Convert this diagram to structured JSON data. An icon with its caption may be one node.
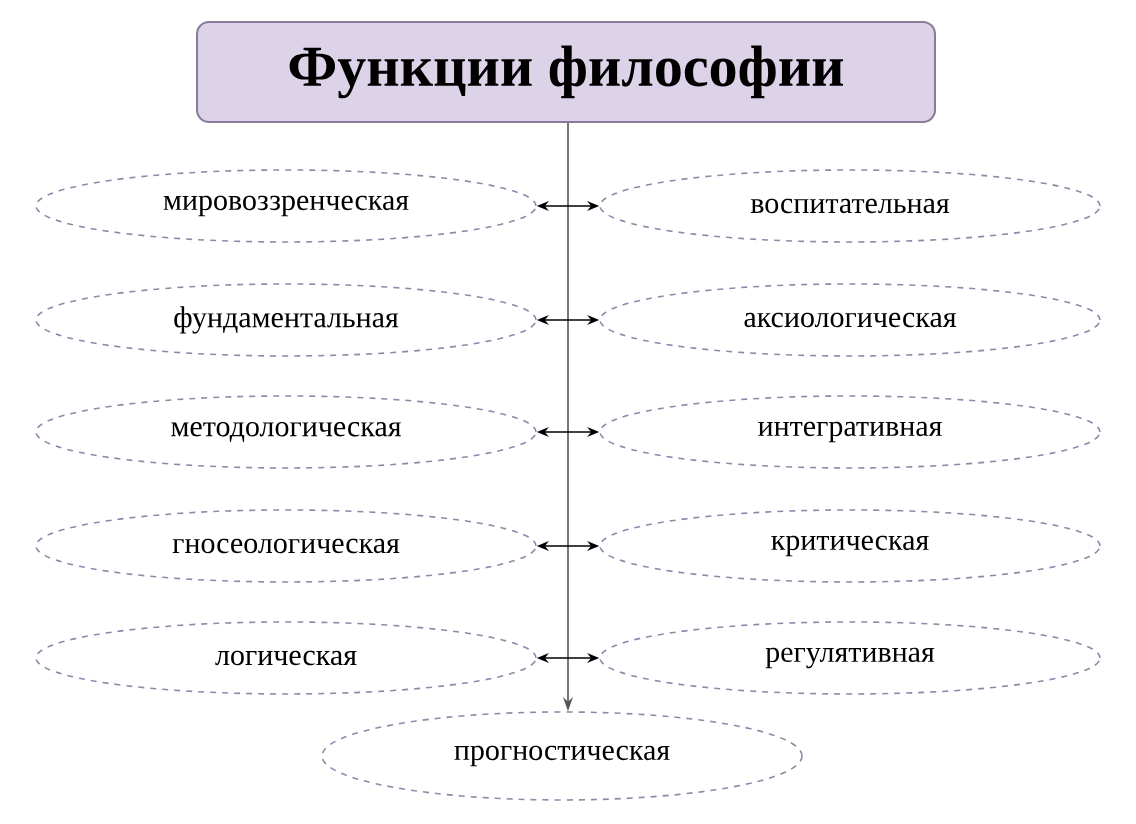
{
  "diagram": {
    "nodes": [
      {
        "text": [
          "Функции философии"
        ]
      },
      {
        "text": [
          "мировоззренческая"
        ]
      },
      {
        "text": [
          "воспитательная"
        ]
      },
      {
        "text": [
          "фундаментальная"
        ]
      },
      {
        "text": [
          "аксиологическая"
        ]
      },
      {
        "text": [
          "методологическая"
        ]
      },
      {
        "text": [
          "интегративная"
        ]
      },
      {
        "text": [
          "гносеологическая"
        ]
      },
      {
        "text": [
          "критическая"
        ]
      },
      {
        "text": [
          "логическая"
        ]
      },
      {
        "text": [
          "регулятивная"
        ]
      },
      {
        "text": [
          "прогностическая"
        ]
      }
    ],
    "edges": [
      {
        "from": 0,
        "to": 11,
        "arrow": "to"
      },
      {
        "from": 1,
        "to": 2,
        "arrow": "both"
      },
      {
        "from": 3,
        "to": 4,
        "arrow": "both"
      },
      {
        "from": 5,
        "to": 6,
        "arrow": "both"
      },
      {
        "from": 7,
        "to": 8,
        "arrow": "both"
      },
      {
        "from": 9,
        "to": 10,
        "arrow": "both"
      }
    ]
  }
}
